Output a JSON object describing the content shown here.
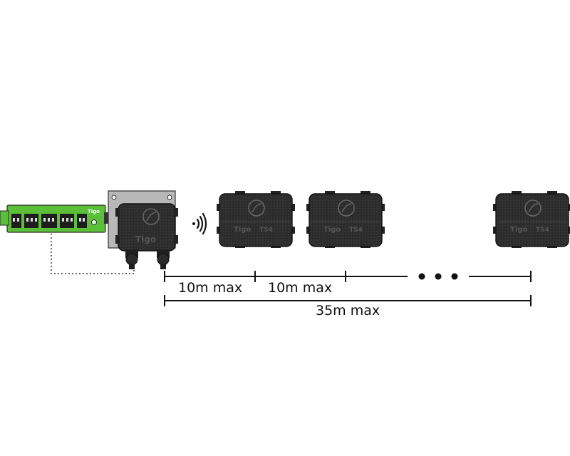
{
  "brand": "Tigo",
  "optimizer_model_text": "TS4",
  "colors": {
    "controller_green": "#5bbf3a",
    "device_black": "#2a2a2a",
    "bracket_gray": "#b8b8b8"
  },
  "icons": {
    "wireless": "wireless-signal-icon",
    "ellipsis": "ellipsis-icon"
  },
  "measurements": {
    "segment_1": "10m max",
    "segment_2": "10m max",
    "total": "35m max"
  }
}
